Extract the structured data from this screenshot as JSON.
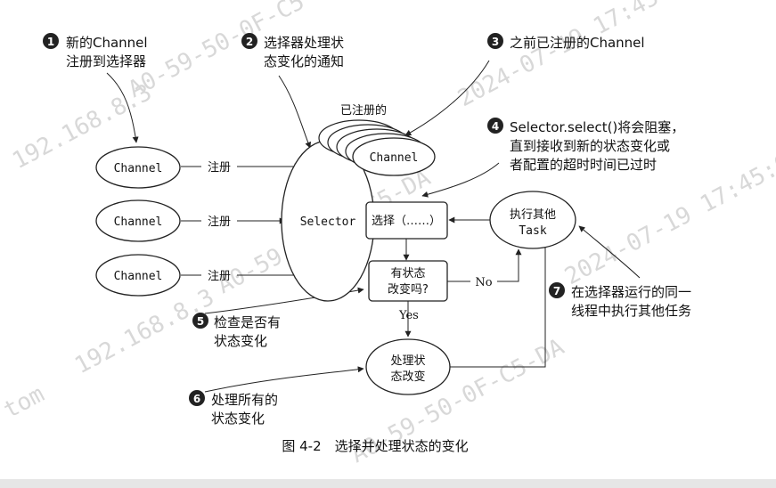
{
  "annotations": {
    "a1": {
      "number": "1",
      "lines": [
        "新的Channel",
        "注册到选择器"
      ]
    },
    "a2": {
      "number": "2",
      "lines": [
        "选择器处理状",
        "态变化的通知"
      ]
    },
    "a3": {
      "number": "3",
      "lines": [
        "之前已注册的Channel"
      ]
    },
    "a4": {
      "number": "4",
      "lines": [
        "Selector.select()将会阻塞，",
        "直到接收到新的状态变化或",
        "者配置的超时时间已过时"
      ]
    },
    "a5": {
      "number": "5",
      "lines": [
        "检查是否有",
        "状态变化"
      ]
    },
    "a6": {
      "number": "6",
      "lines": [
        "处理所有的",
        "状态变化"
      ]
    },
    "a7": {
      "number": "7",
      "lines": [
        "在选择器运行的同一",
        "线程中执行其他任务"
      ]
    }
  },
  "nodes": {
    "channel_1": "Channel",
    "channel_2": "Channel",
    "channel_3": "Channel",
    "registered_label": "已注册的",
    "registered_channel": "Channel",
    "selector": "Selector",
    "select_box": "选择（……）",
    "state_check": [
      "有状态",
      "改变吗?"
    ],
    "process_state": [
      "处理状",
      "态改变"
    ],
    "other_task": [
      "执行其他",
      "Task"
    ]
  },
  "edges": {
    "register_label": "注册",
    "no_label": "No",
    "yes_label": "Yes"
  },
  "caption": "图 4-2　选择并处理状态的变化",
  "watermark": {
    "texts": [
      "A0-59-50-0F-C5-DA",
      "2024-07-19 17:45:0",
      "192.168.8.3",
      "tom"
    ]
  }
}
